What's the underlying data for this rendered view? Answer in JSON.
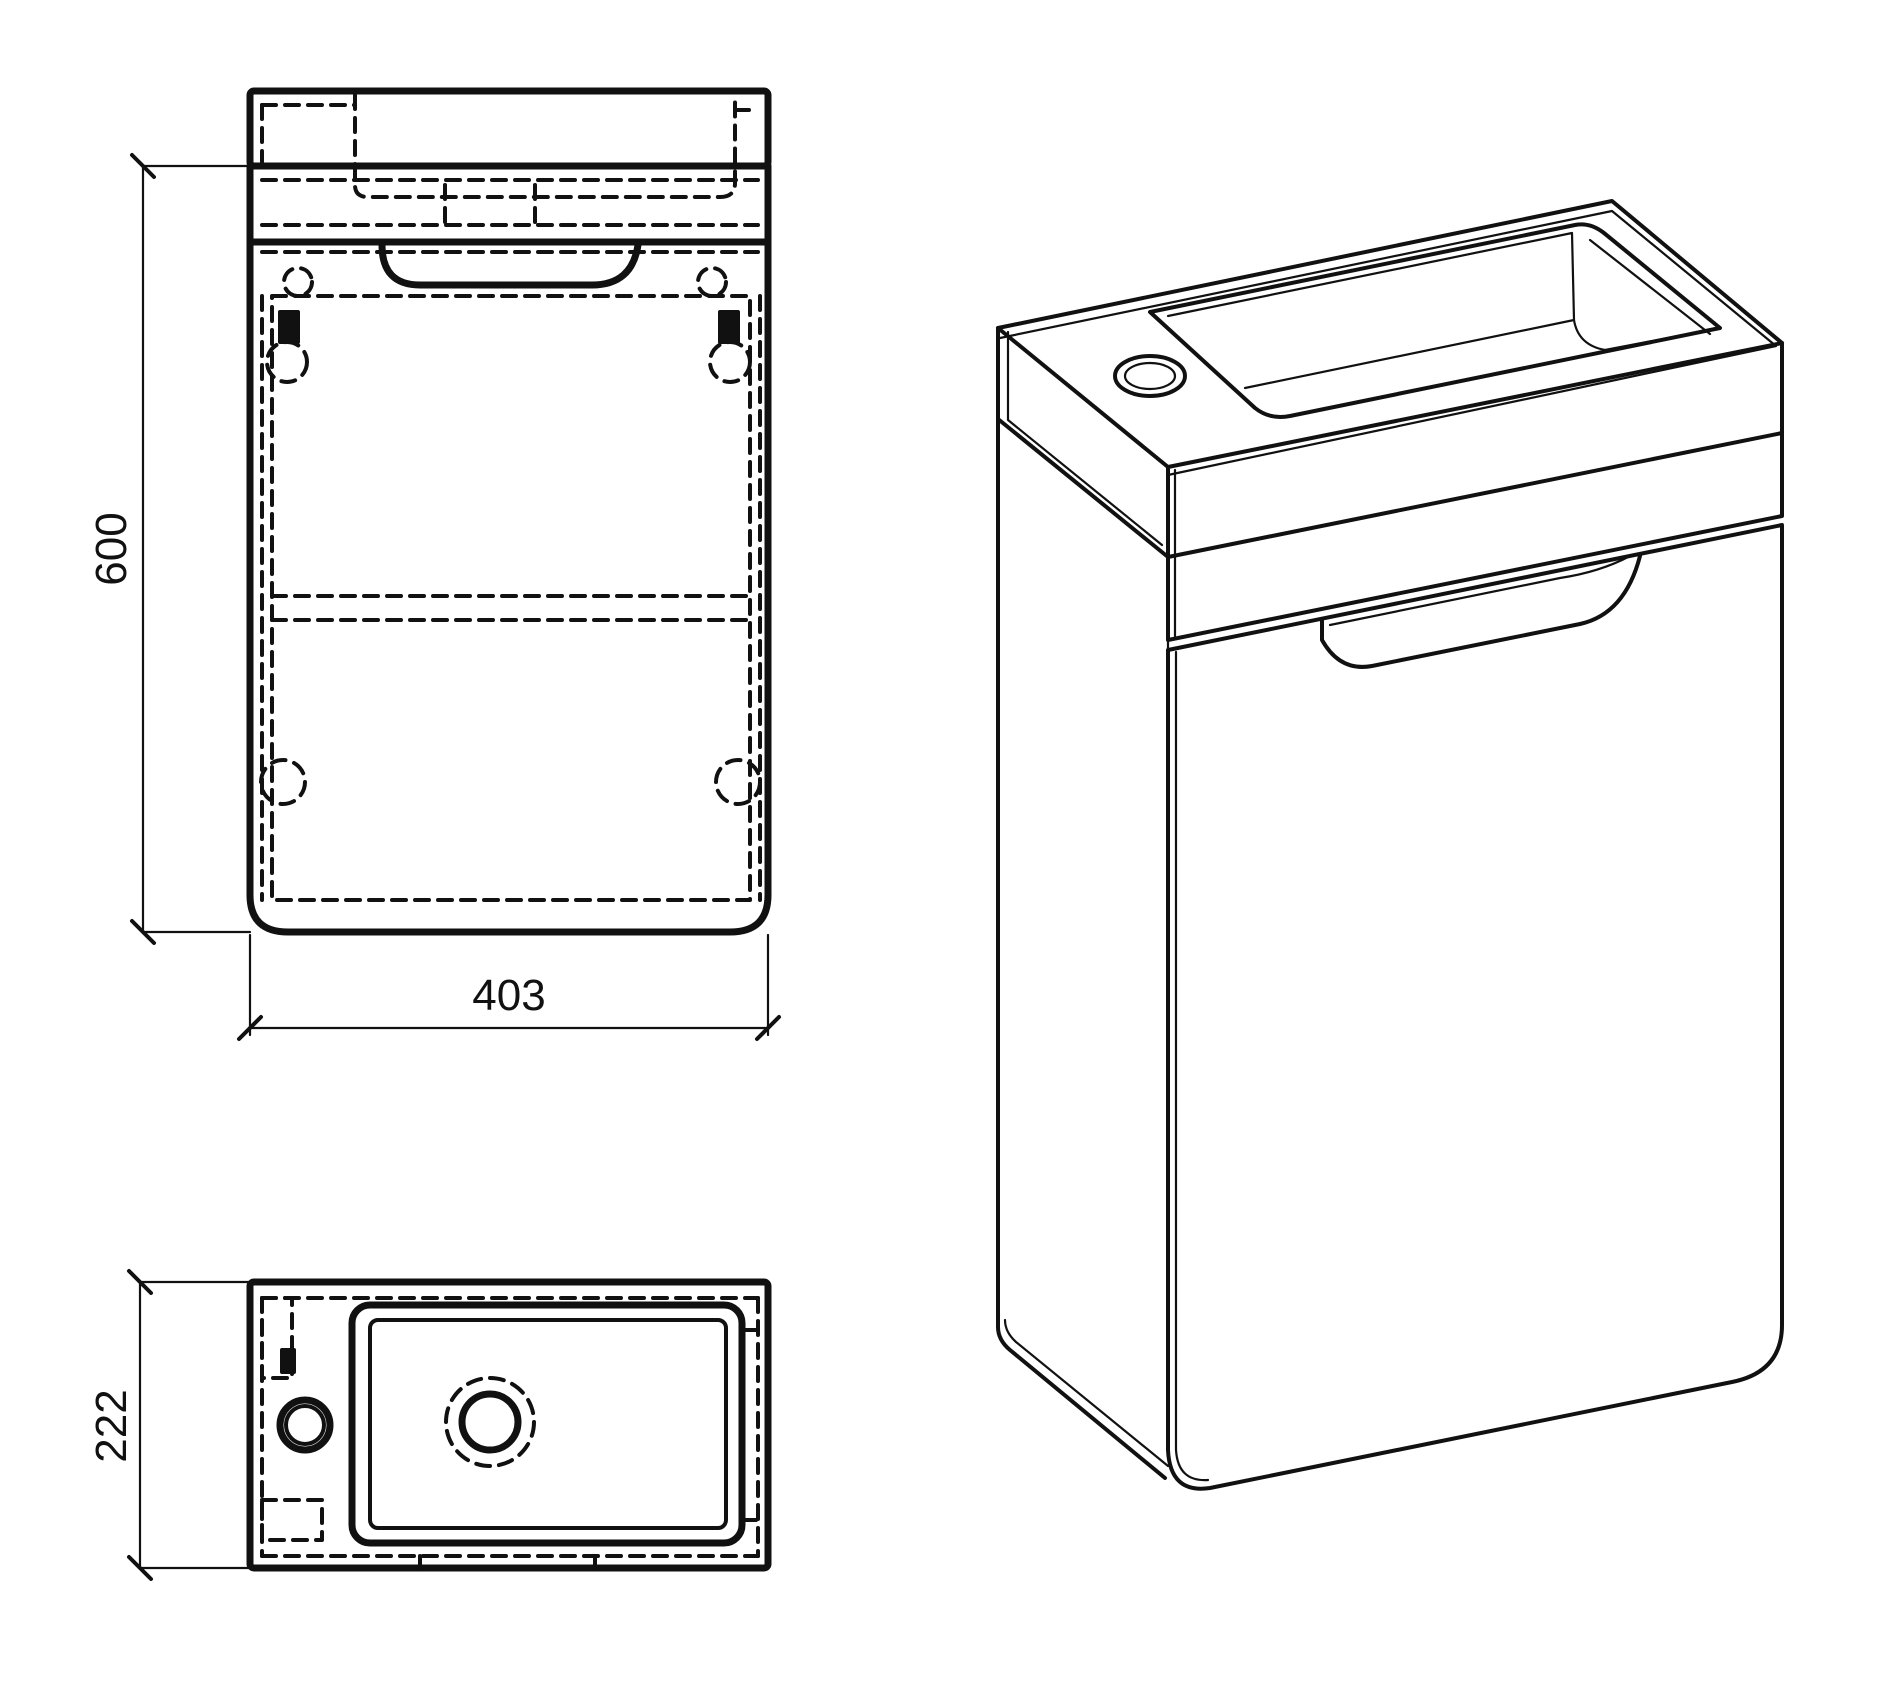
{
  "drawing": {
    "dimensions": {
      "height_label": "600",
      "width_label": "403",
      "depth_label": "222"
    },
    "colors": {
      "line": "#111111",
      "background": "#ffffff"
    }
  }
}
